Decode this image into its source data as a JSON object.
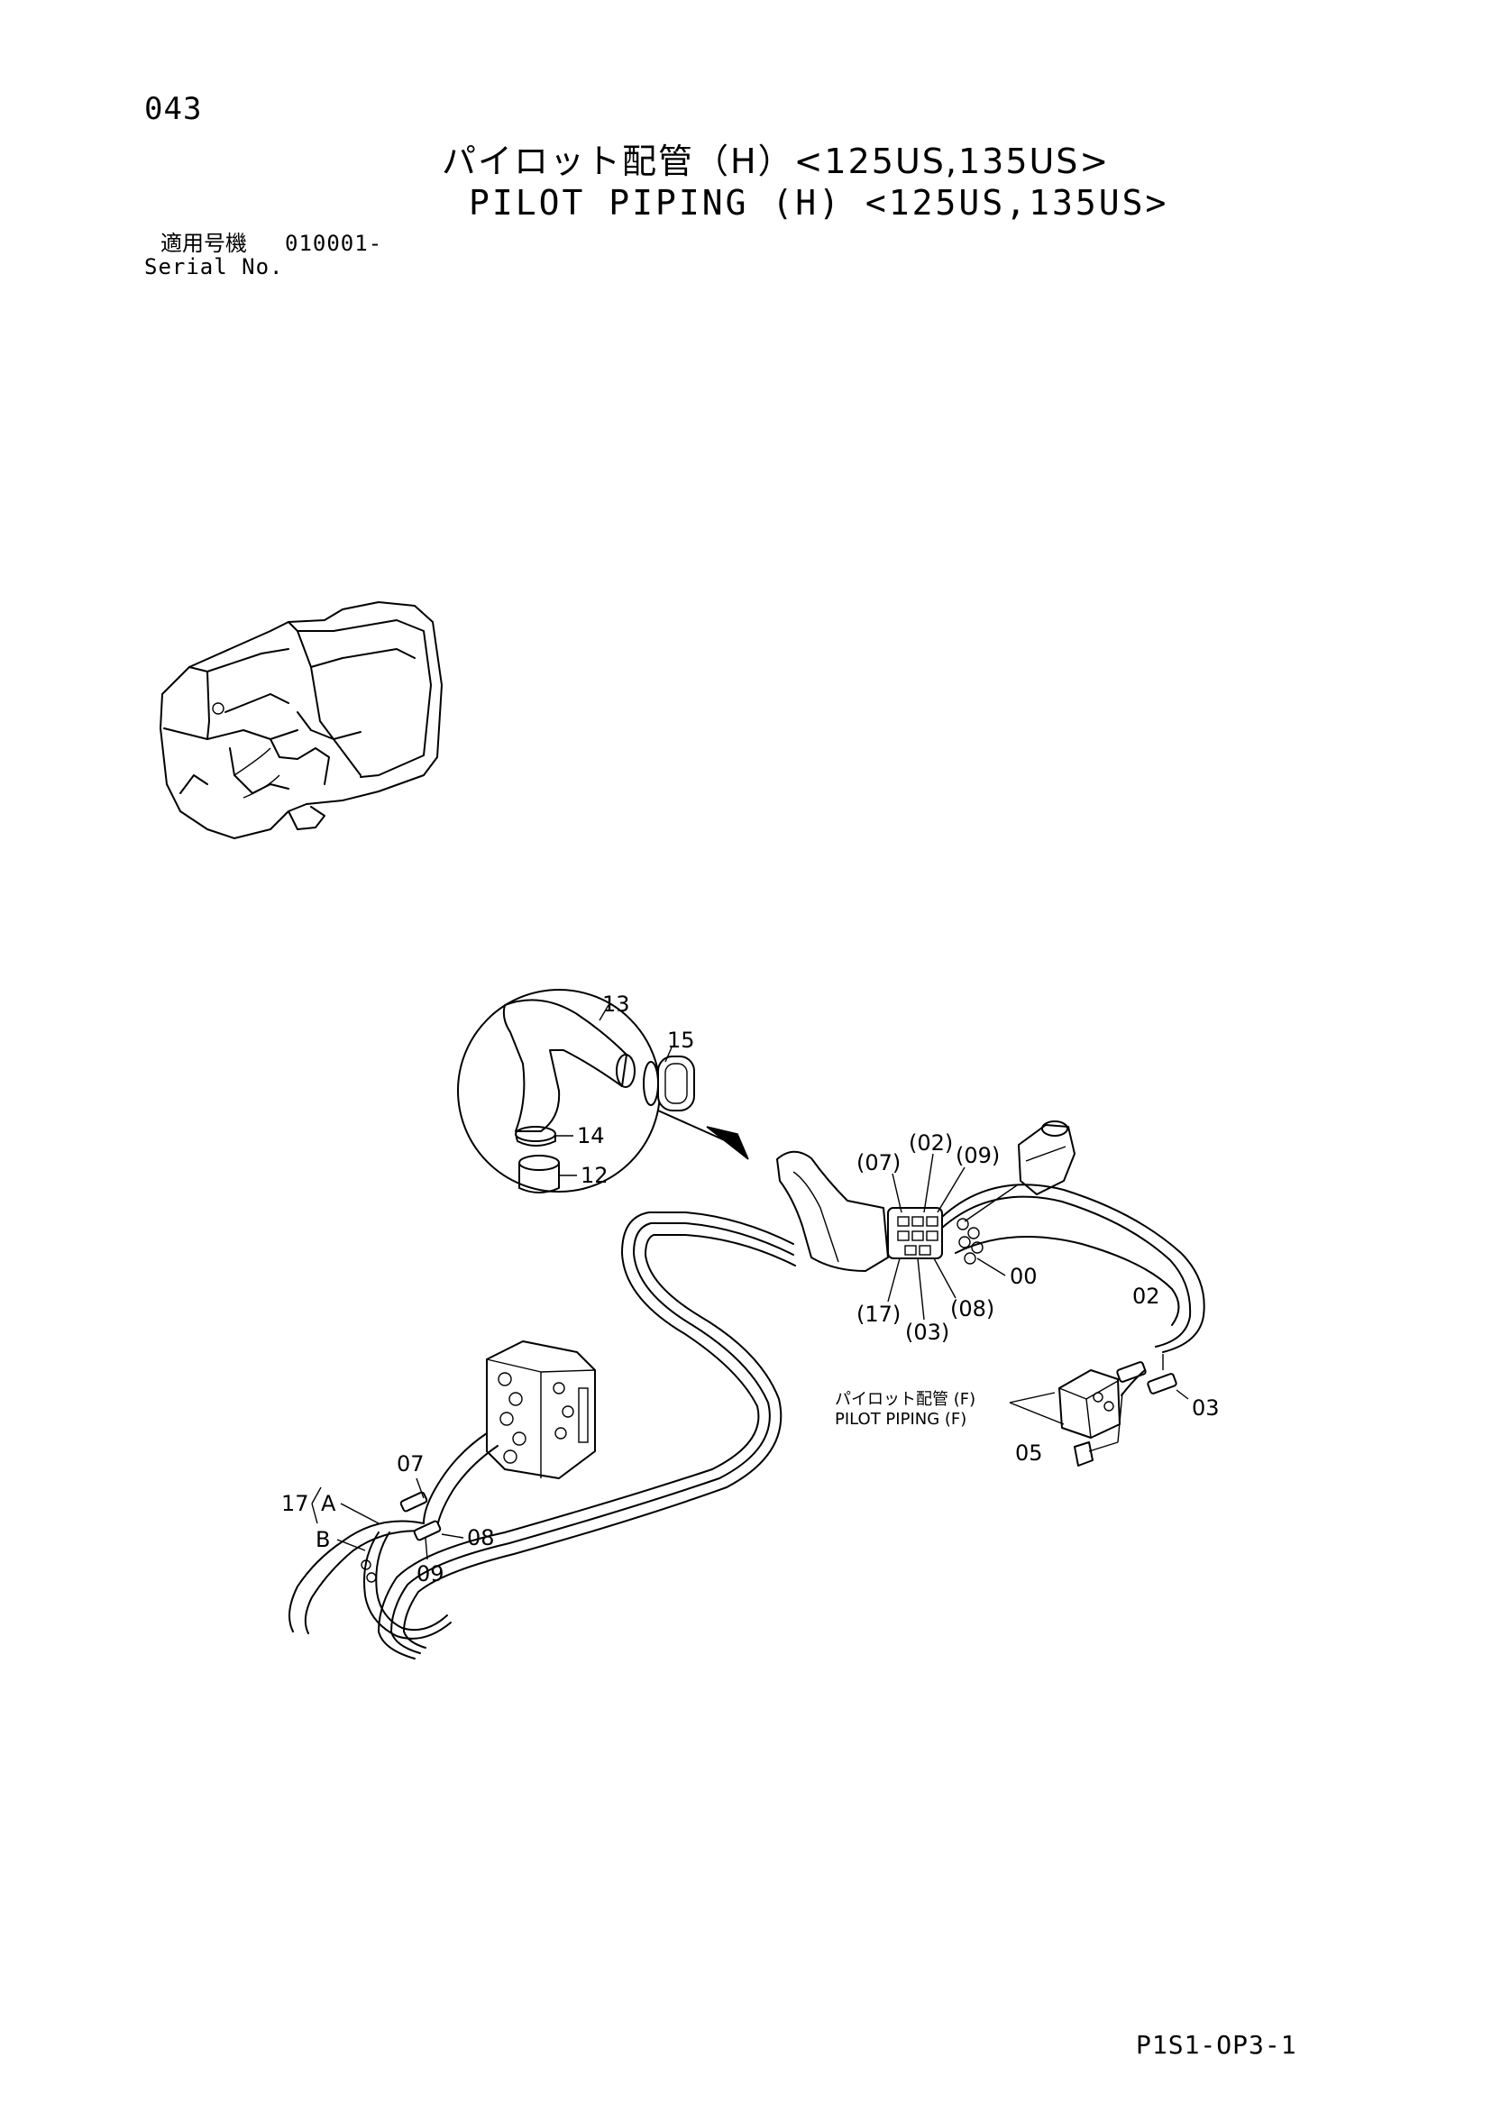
{
  "header": {
    "page_number": "043",
    "title_jp": "パイロット配管（H）<125US,135US>",
    "title_en": "PILOT PIPING (H) <125US,135US>",
    "serial_label_jp": "適用号機",
    "serial_value": "010001-",
    "serial_label_en": "Serial No."
  },
  "diagram": {
    "detail_callouts": [
      "13",
      "15",
      "14",
      "12"
    ],
    "valve_callouts": [
      "(07)",
      "(02)",
      "(09)",
      "00",
      "(17)",
      "(08)",
      "(03)"
    ],
    "right_callouts": [
      "02",
      "03",
      "05"
    ],
    "reference_jp": "パイロット配管 (F)",
    "reference_en": "PILOT PIPING (F)",
    "left_callouts": [
      "07",
      "17",
      "A",
      "B",
      "08",
      "09"
    ]
  },
  "footer": {
    "code": "P1S1-OP3-1"
  }
}
